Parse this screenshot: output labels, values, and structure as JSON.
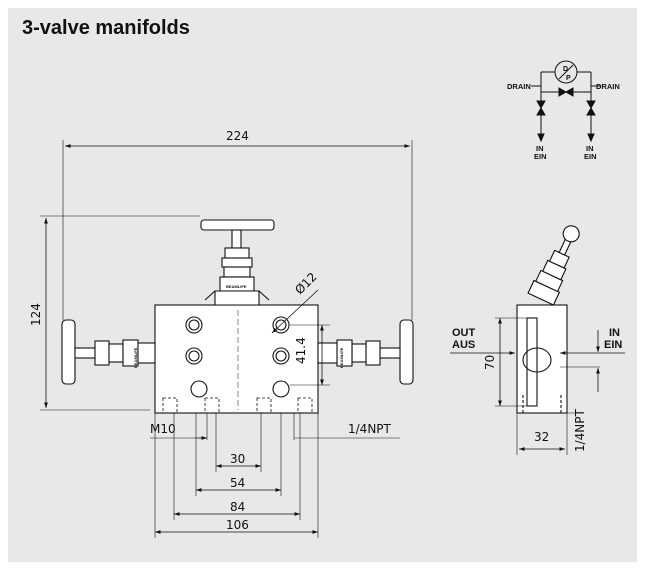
{
  "title": "3-valve manifolds",
  "schematic": {
    "drain_left": "DRAIN",
    "drain_right": "DRAIN",
    "in_left": "IN",
    "ein_left": "EIN",
    "in_right": "IN",
    "ein_right": "EIN",
    "gauge_top": "D",
    "gauge_bottom": "P"
  },
  "front_view": {
    "width_overall": "224",
    "height_overall": "124",
    "hole_diameter": "Ø12",
    "hole_spacing_vertical": "41.4",
    "thread_left": "M10",
    "thread_right": "1/4NPT",
    "dim_30": "30",
    "dim_54": "54",
    "dim_84": "84",
    "dim_106": "106",
    "brand": "BEAMLIFE"
  },
  "side_view": {
    "out_label": "OUT",
    "aus_label": "AUS",
    "in_label": "IN",
    "ein_label": "EIN",
    "height": "70",
    "width": "32",
    "thread": "1/4NPT"
  }
}
